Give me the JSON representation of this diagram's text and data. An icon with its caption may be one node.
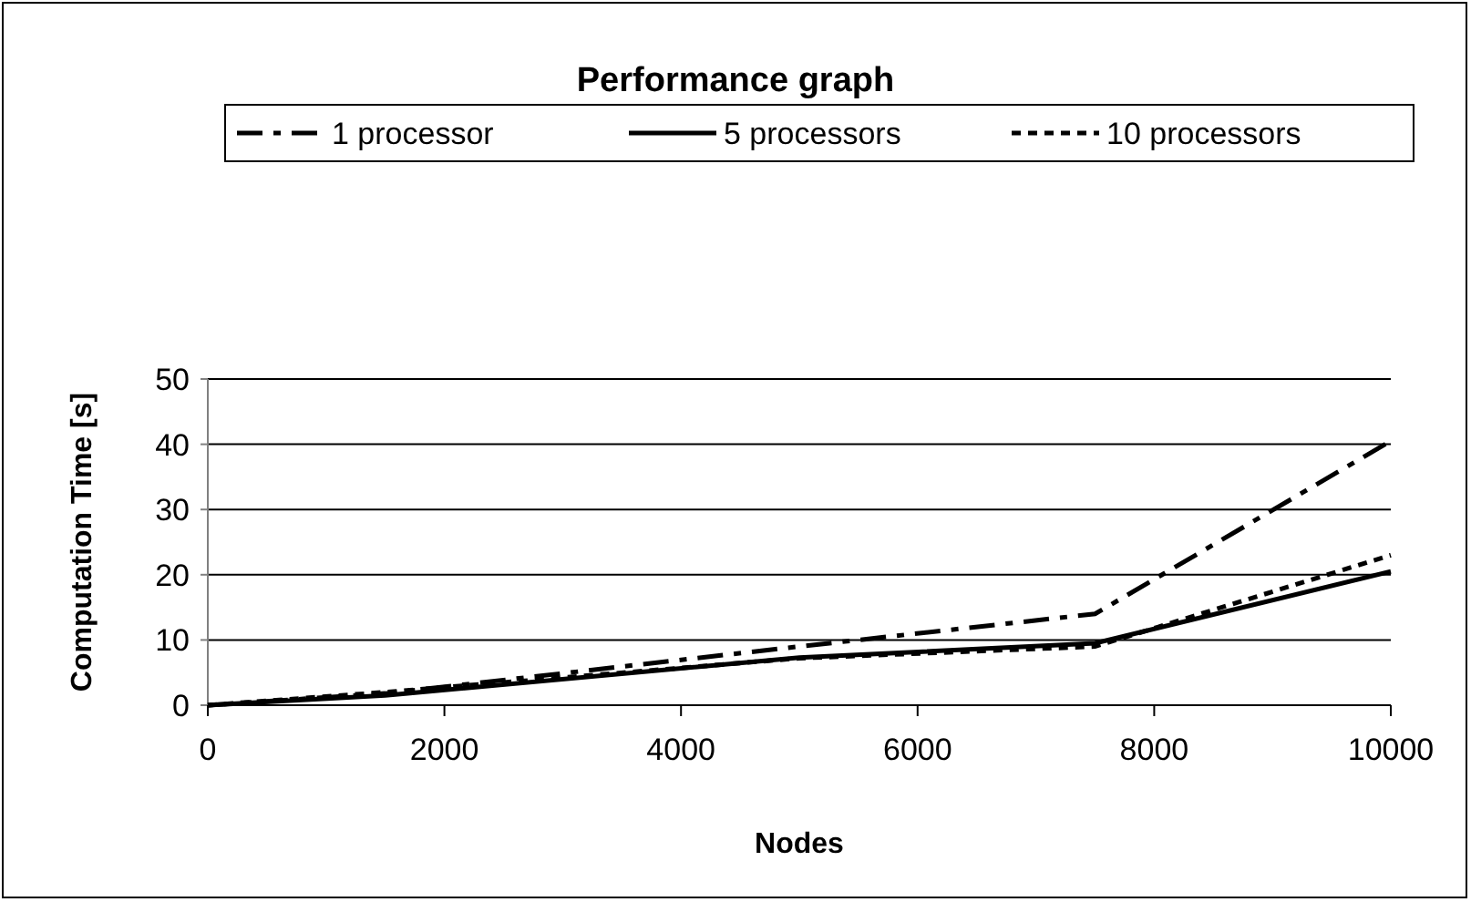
{
  "diagram": {
    "chart_data": {
      "type": "line",
      "title": "Performance graph",
      "xlabel": "Nodes",
      "ylabel": "Computation Time [s]",
      "x": [
        0,
        1500,
        5000,
        7500,
        10000
      ],
      "series": [
        {
          "name": "1 processor",
          "color": "#000000",
          "line_style": "dashdot",
          "values": [
            0,
            1.8,
            9,
            14,
            40.5
          ]
        },
        {
          "name": "5 processors",
          "color": "#000000",
          "line_style": "solid",
          "values": [
            0,
            1.5,
            7.3,
            9.5,
            20.5
          ]
        },
        {
          "name": "10 processors",
          "color": "#000000",
          "line_style": "dotted",
          "values": [
            0,
            2,
            7.2,
            9,
            23
          ]
        }
      ],
      "xlim": [
        0,
        10000
      ],
      "ylim": [
        0,
        50
      ],
      "xticks": [
        0,
        2000,
        4000,
        6000,
        8000,
        10000
      ],
      "yticks": [
        0,
        10,
        20,
        30,
        40,
        50
      ],
      "grid": "y",
      "legend": "top"
    }
  }
}
